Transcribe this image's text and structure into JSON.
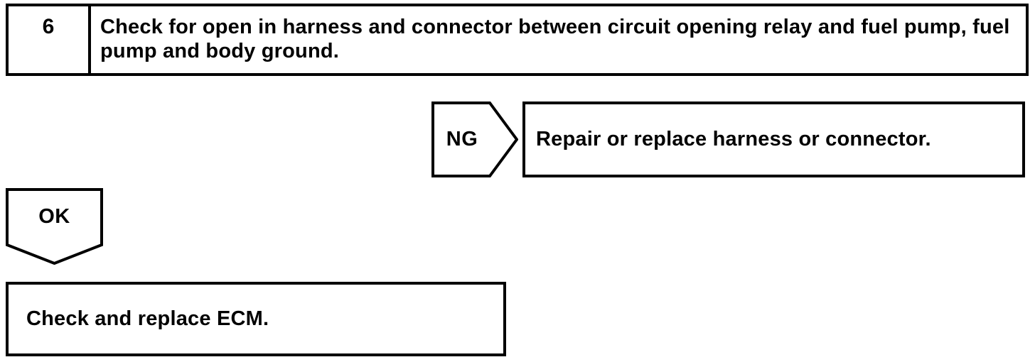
{
  "page": {
    "background_color": "#ffffff",
    "ink_color": "#000000"
  },
  "flowchart": {
    "step": {
      "number": "6",
      "instruction": "Check for open in harness and connector between circuit opening relay and fuel pump, fuel pump and body ground."
    },
    "ng_branch": {
      "label": "NG",
      "action": "Repair or replace harness or connector."
    },
    "ok_branch": {
      "label": "OK",
      "action": "Check and replace ECM."
    }
  }
}
